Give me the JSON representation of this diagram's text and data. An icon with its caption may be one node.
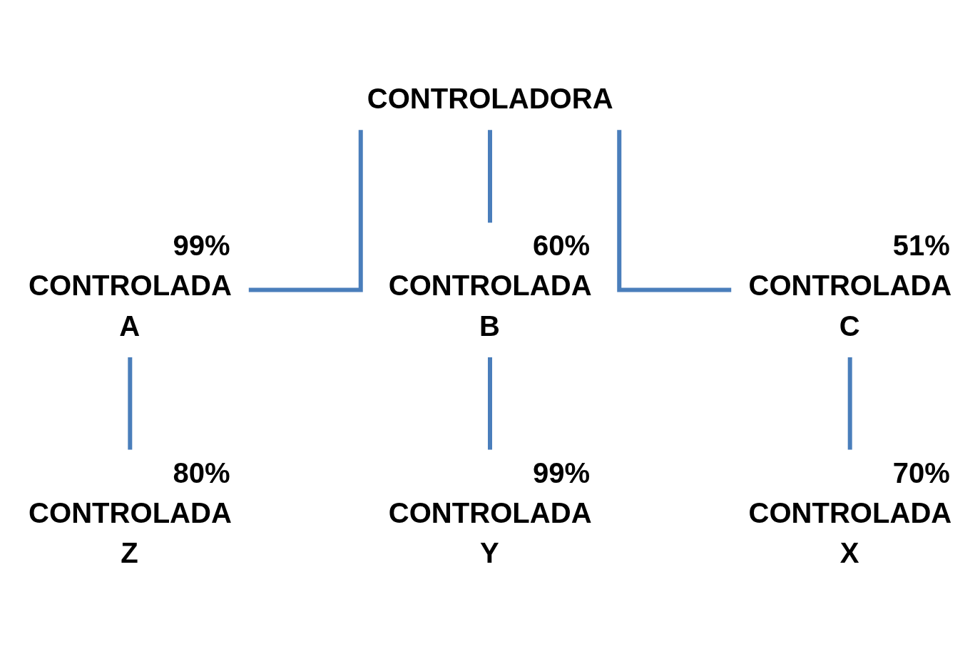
{
  "diagram": {
    "nodes": [
      {
        "text": [
          "CONTROLADORA"
        ]
      },
      {
        "text": [
          "CONTROLADA",
          "A"
        ],
        "beside": [
          "99%"
        ]
      },
      {
        "text": [
          "CONTROLADA",
          "B"
        ],
        "beside": [
          "60%"
        ]
      },
      {
        "text": [
          "CONTROLADA",
          "C"
        ],
        "beside": [
          "51%"
        ]
      },
      {
        "text": [
          "CONTROLADA",
          "Z"
        ],
        "beside": [
          "80%"
        ]
      },
      {
        "text": [
          "CONTROLADA",
          "Y"
        ],
        "beside": [
          "99%"
        ]
      },
      {
        "text": [
          "CONTROLADA",
          "X"
        ],
        "beside": [
          "70%"
        ]
      }
    ],
    "edges": [
      {
        "from": 0,
        "to": 1,
        "arrow": "none"
      },
      {
        "from": 0,
        "to": 2,
        "arrow": "none"
      },
      {
        "from": 0,
        "to": 3,
        "arrow": "none"
      },
      {
        "from": 1,
        "to": 4,
        "arrow": "none"
      },
      {
        "from": 2,
        "to": 5,
        "arrow": "none"
      },
      {
        "from": 3,
        "to": 6,
        "arrow": "none"
      }
    ]
  }
}
